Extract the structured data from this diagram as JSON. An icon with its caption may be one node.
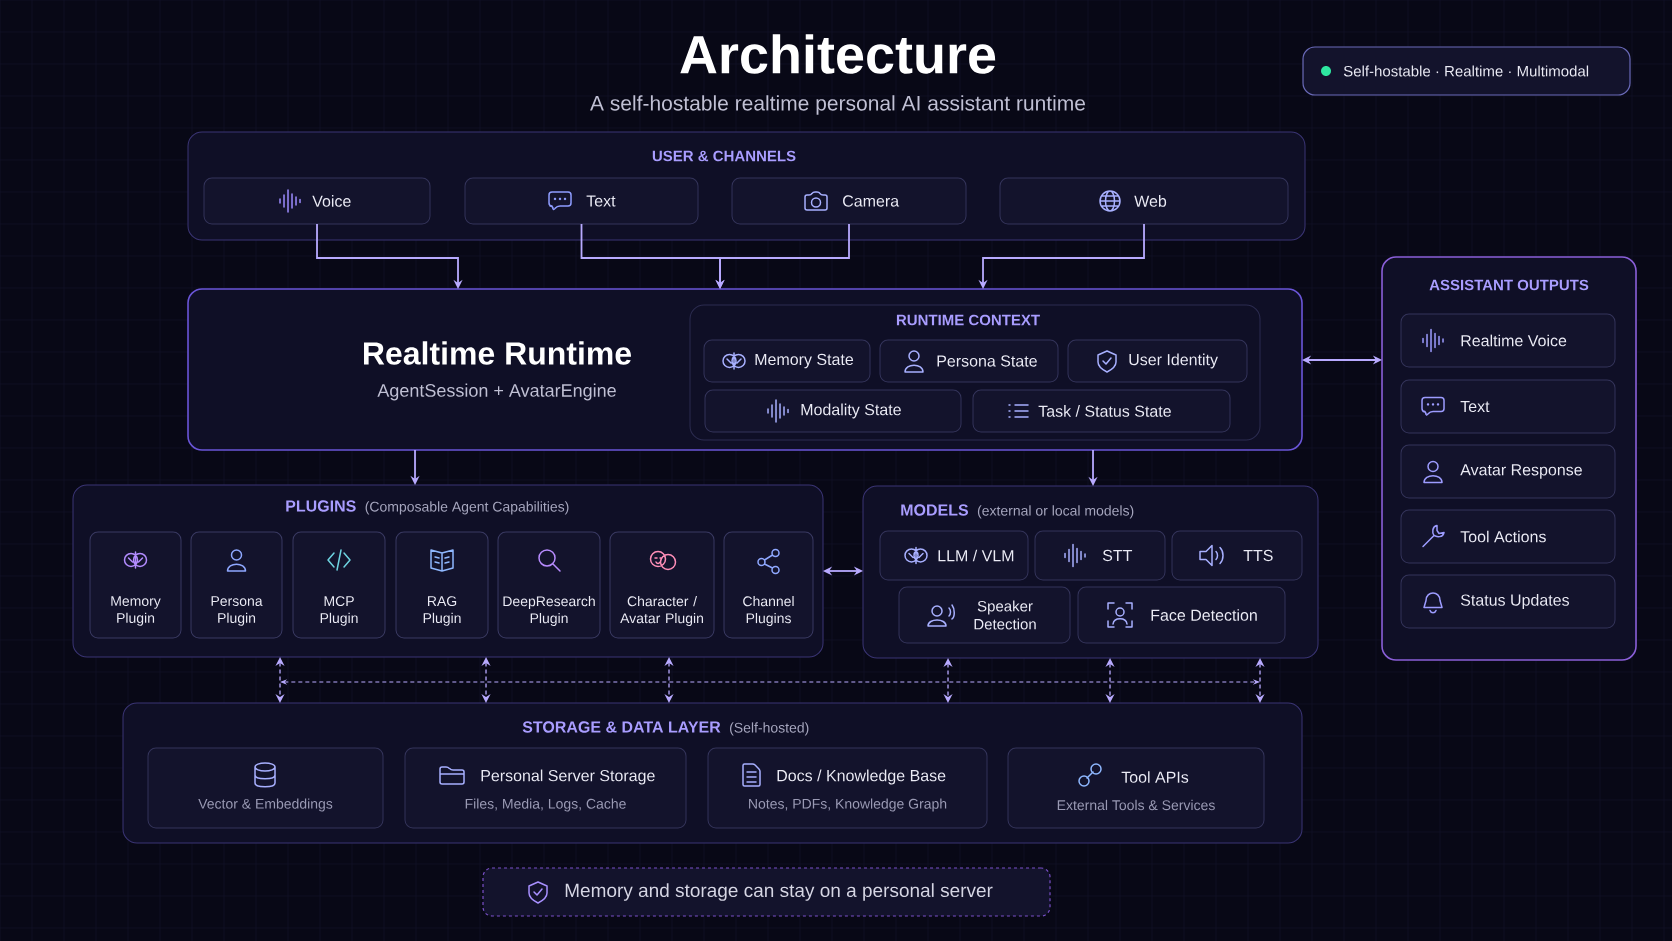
{
  "diagram": {
    "title": "Architecture",
    "nodes": [
      {
        "text": [
          "USER & CHANNELS"
        ]
      },
      {
        "text": [
          "Voice"
        ],
        "in": 0
      },
      {
        "text": [
          "Text"
        ],
        "in": 0
      },
      {
        "text": [
          "Camera"
        ],
        "in": 0
      },
      {
        "text": [
          "Web"
        ],
        "in": 0
      },
      {
        "text": [
          "Realtime Runtime",
          "AgentSession + AvatarEngine"
        ]
      },
      {
        "text": [
          "RUNTIME CONTEXT"
        ],
        "in": 5
      },
      {
        "text": [
          "Memory State"
        ],
        "in": 6
      },
      {
        "text": [
          "Persona State"
        ],
        "in": 6
      },
      {
        "text": [
          "User Identity"
        ],
        "in": 6
      },
      {
        "text": [
          "Modality State"
        ],
        "in": 6
      },
      {
        "text": [
          "Task / Status State"
        ],
        "in": 6
      },
      {
        "text": [
          "ASSISTANT OUTPUTS"
        ]
      },
      {
        "text": [
          "Realtime Voice"
        ],
        "in": 12
      },
      {
        "text": [
          "Text"
        ],
        "in": 12
      },
      {
        "text": [
          "Avatar Response"
        ],
        "in": 12
      },
      {
        "text": [
          "Tool Actions"
        ],
        "in": 12
      },
      {
        "text": [
          "Status Updates"
        ],
        "in": 12
      },
      {
        "text": [
          "PLUGINS",
          "(Composable Agent Capabilities)"
        ]
      },
      {
        "text": [
          "Memory Plugin"
        ],
        "in": 18
      },
      {
        "text": [
          "Persona Plugin"
        ],
        "in": 18
      },
      {
        "text": [
          "MCP Plugin"
        ],
        "in": 18
      },
      {
        "text": [
          "RAG Plugin"
        ],
        "in": 18
      },
      {
        "text": [
          "DeepResearch Plugin"
        ],
        "in": 18
      },
      {
        "text": [
          "Character / Avatar Plugin"
        ],
        "in": 18
      },
      {
        "text": [
          "Channel Plugins"
        ],
        "in": 18
      },
      {
        "text": [
          "MODELS",
          "(external or local models)"
        ]
      },
      {
        "text": [
          "LLM / VLM"
        ],
        "in": 26
      },
      {
        "text": [
          "STT"
        ],
        "in": 26
      },
      {
        "text": [
          "TTS"
        ],
        "in": 26
      },
      {
        "text": [
          "Speaker Detection"
        ],
        "in": 26
      },
      {
        "text": [
          "Face Detection"
        ],
        "in": 26
      },
      {
        "text": [
          "STORAGE & DATA LAYER",
          "(Self-hosted)"
        ]
      },
      {
        "text": [
          "Vector & Embeddings"
        ],
        "in": 32
      },
      {
        "text": [
          "Personal Server Storage",
          "Files, Media, Logs, Cache"
        ],
        "in": 32
      },
      {
        "text": [
          "Docs / Knowledge Base",
          "Notes, PDFs, Knowledge Graph"
        ],
        "in": 32
      },
      {
        "text": [
          "Tool APIs",
          "External Tools & Services"
        ],
        "in": 32
      },
      {
        "text": [
          "Memory and storage can stay on a personal server"
        ]
      },
      {
        "text": [
          "Self-hostable · Realtime · Multimodal"
        ]
      }
    ],
    "edges": [
      {
        "from": 1,
        "to": 5,
        "arrow": "to"
      },
      {
        "from": 2,
        "to": 5,
        "arrow": "to"
      },
      {
        "from": 3,
        "to": 5,
        "arrow": "to"
      },
      {
        "from": 4,
        "to": 5,
        "arrow": "to"
      },
      {
        "from": 5,
        "to": 12,
        "arrow": "both"
      },
      {
        "from": 5,
        "to": 18,
        "arrow": "to"
      },
      {
        "from": 5,
        "to": 26,
        "arrow": "to"
      },
      {
        "from": 18,
        "to": 26,
        "arrow": "both"
      },
      {
        "from": 18,
        "to": 32,
        "arrow": "both",
        "style": "dashed"
      },
      {
        "from": 18,
        "to": 32,
        "arrow": "both",
        "style": "dashed"
      },
      {
        "from": 18,
        "to": 32,
        "arrow": "both",
        "style": "dashed"
      },
      {
        "from": 26,
        "to": 32,
        "arrow": "both",
        "style": "dashed"
      },
      {
        "from": 26,
        "to": 32,
        "arrow": "both",
        "style": "dashed"
      },
      {
        "from": 26,
        "to": 32,
        "arrow": "both",
        "style": "dashed"
      }
    ],
    "labels": [
      "A self-hostable realtime personal AI assistant runtime"
    ]
  }
}
